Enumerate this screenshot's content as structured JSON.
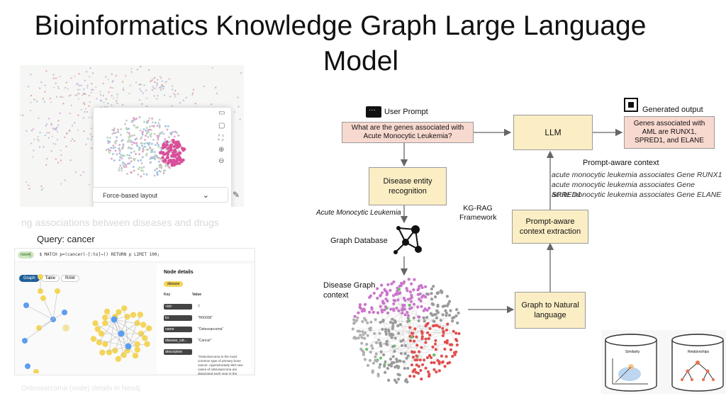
{
  "title": {
    "line1": "Bioinformatics Knowledge Graph Large Language",
    "line2": "Model"
  },
  "left": {
    "layout_select": "Force-based layout",
    "faded_text": "ng associations between diseases and drugs",
    "query_label": "Query: cancer",
    "neo4j": {
      "brand": "neo4j",
      "command": "$ MATCH p=(cancer)-[:to]→() RETURN p LIMIT 100;",
      "tabs": [
        "Graph",
        "Table",
        "RAW"
      ],
      "details_title": "Node details",
      "pill": "disease",
      "key_header": "Key",
      "value_header": "Value",
      "rows": [
        {
          "k": "<id>",
          "v": "7"
        },
        {
          "k": "ko",
          "v": "\"H00006\""
        },
        {
          "k": "name",
          "v": "\"Osteosarcoma\""
        },
        {
          "k": "disease_cat...",
          "v": "\"Cancer\""
        },
        {
          "k": "description",
          "v": "\"Osteosarcoma is the most common type of primary bone cancer. Approximately 900 new cases of osteosarcoma are diagnosed each year in the United States... Show all"
        }
      ]
    },
    "faded_bottom": "Osteosarcoma (node) details in Neo4j"
  },
  "diagram": {
    "user_prompt_label": "User Prompt",
    "prompt_text": "What are the genes associated with Acute Monocytic Leukemia?",
    "llm": "LLM",
    "generated_label": "Generated output",
    "output_text": "Genes associated with AML are RUNX1, SPRED1, and ELANE",
    "context_header": "Prompt-aware context",
    "context_lines": [
      "acute monocytic leukemia associates Gene RUNX1",
      "acute monocytic leukemia associates Gene SPRED1",
      "acute monocytic leukemia associates Gene ELANE"
    ],
    "ner": "Disease entity recognition",
    "entity": "Acute Monocytic Leukemia",
    "framework": "KG-RAG Framework",
    "extraction": "Prompt-aware context extraction",
    "graph_db": "Graph Database",
    "disease_graph": "Disease Graph context",
    "g2nl": "Graph to Natural language",
    "similarity": "Similarity",
    "relationships": "Relationships"
  },
  "colors": {
    "peach": "#f8d9cf",
    "cream": "#fbeec4",
    "arrow": "#666666",
    "node_pink": "#c975c9",
    "node_red": "#e05050",
    "node_gray": "#9a9a9a"
  }
}
